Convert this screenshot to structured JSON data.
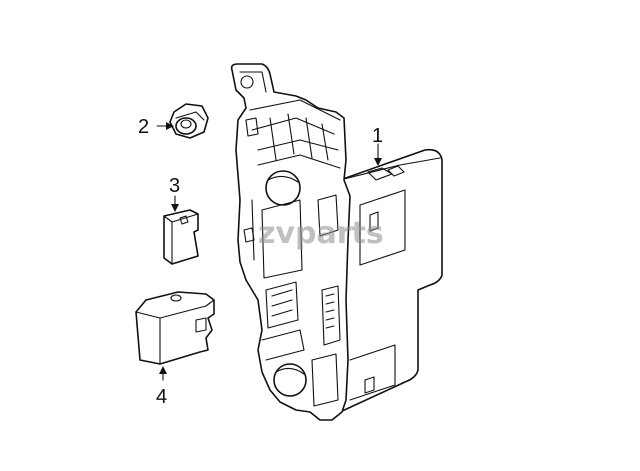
{
  "diagram": {
    "callouts": [
      {
        "id": "1",
        "label": "1"
      },
      {
        "id": "2",
        "label": "2"
      },
      {
        "id": "3",
        "label": "3"
      },
      {
        "id": "4",
        "label": "4"
      }
    ],
    "watermark": "zvparts",
    "colors": {
      "line": "#111111",
      "background": "#ffffff",
      "watermark": "#8c8c8c"
    }
  }
}
